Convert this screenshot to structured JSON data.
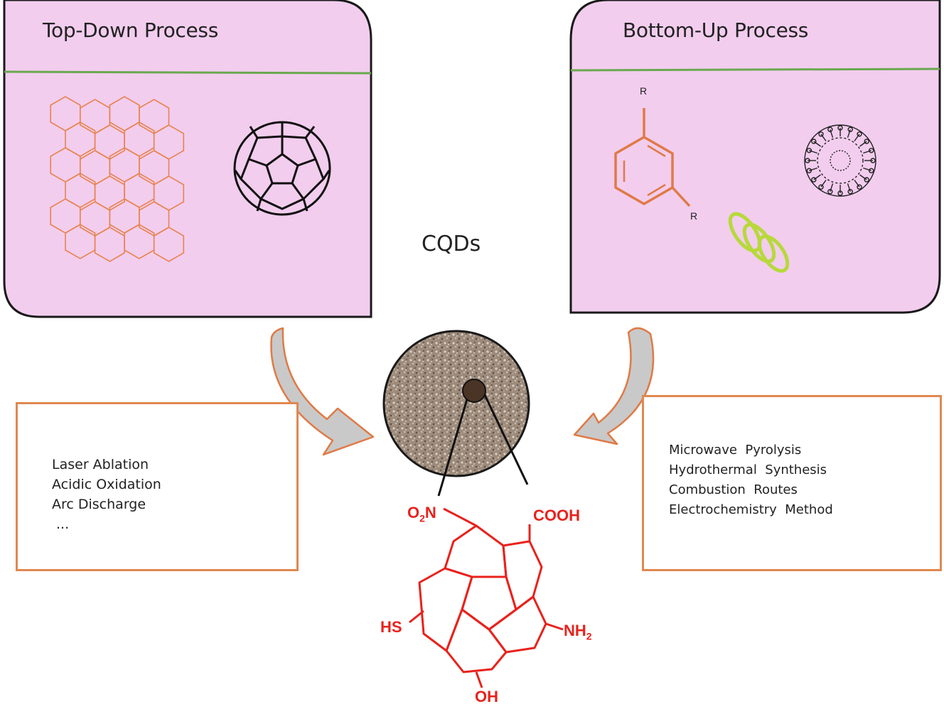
{
  "top_down": {
    "title": "Top-Down Process",
    "methods": [
      "Laser Ablation",
      "Acidic Oxidation",
      "Arc Discharge",
      "..."
    ]
  },
  "bottom_up": {
    "title": "Bottom-Up Process",
    "methods": [
      "Microwave  Pyrolysis",
      "Hydrothermal  Synthesis",
      "Combustion  Routes",
      "Electrochemistry  Method"
    ],
    "substituent": "R"
  },
  "center": {
    "label": "CQDs"
  },
  "functional_groups": {
    "no2": "O",
    "no2_sub": "2",
    "no2_tail": "N",
    "cooh": "COOH",
    "sh": "HS",
    "nh2": "NH",
    "nh2_sub": "2",
    "oh": "OH"
  },
  "colors": {
    "panel_fill": "#f2cdee",
    "panel_border": "#1a1a1a",
    "divider": "#6aa84f",
    "orange": "#e07a45",
    "molecule_red": "#e8221c",
    "arrow_grey": "#c9c9c9",
    "spring_green": "#b7d93a"
  }
}
